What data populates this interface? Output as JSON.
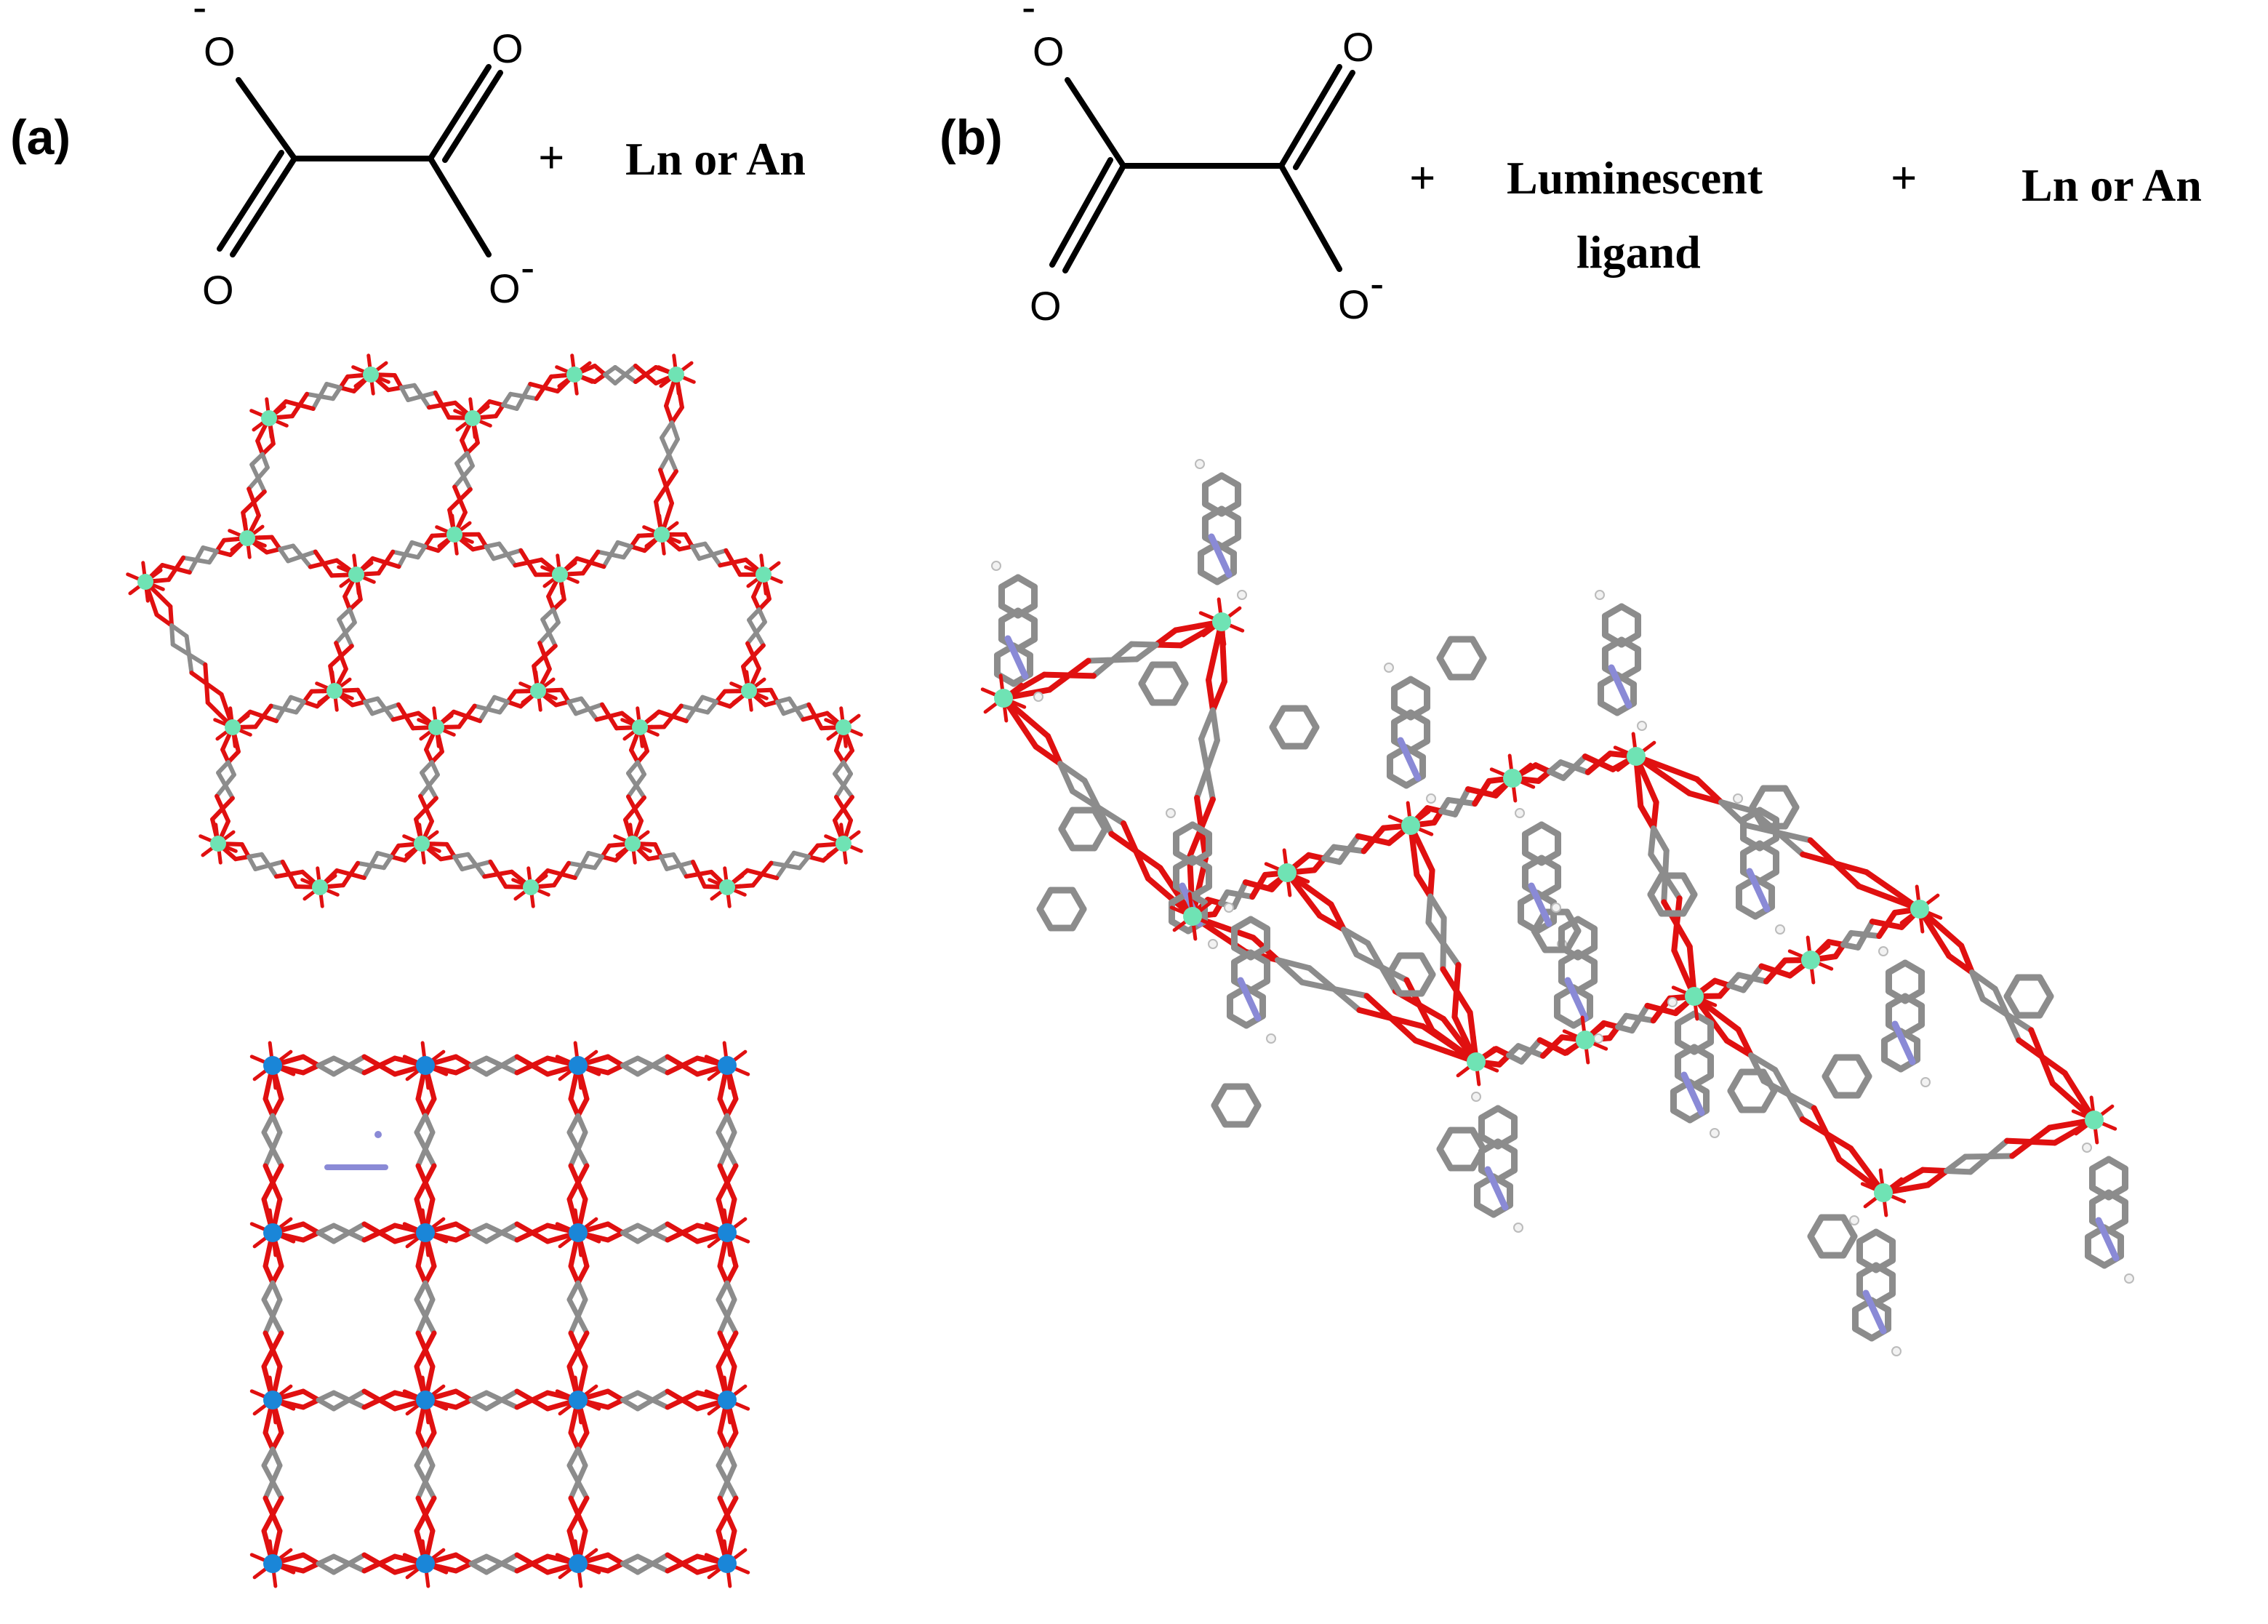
{
  "panels": {
    "a": {
      "label": "(a)",
      "plus": "+",
      "metal": "Ln or An"
    },
    "b": {
      "label": "(b)",
      "plus1": "+",
      "ligand_line1": "Luminescent",
      "ligand_line2": "ligand",
      "plus2": "+",
      "metal": "Ln or An"
    }
  },
  "oxalate": {
    "o_top": "O",
    "o_top_charge": "-",
    "o_top_dbl": "O",
    "o_bottom_dbl": "O",
    "o_bottom": "O",
    "o_bottom_charge": "-"
  },
  "colors": {
    "oxygen": "#e01010",
    "carbon": "#8c8c8c",
    "lanthanide": "#6fe3b4",
    "actinide": "#1a86d8",
    "nitrogen": "#8a8ad6",
    "hydrogen": "#f2f2f2",
    "ink": "#000000"
  }
}
